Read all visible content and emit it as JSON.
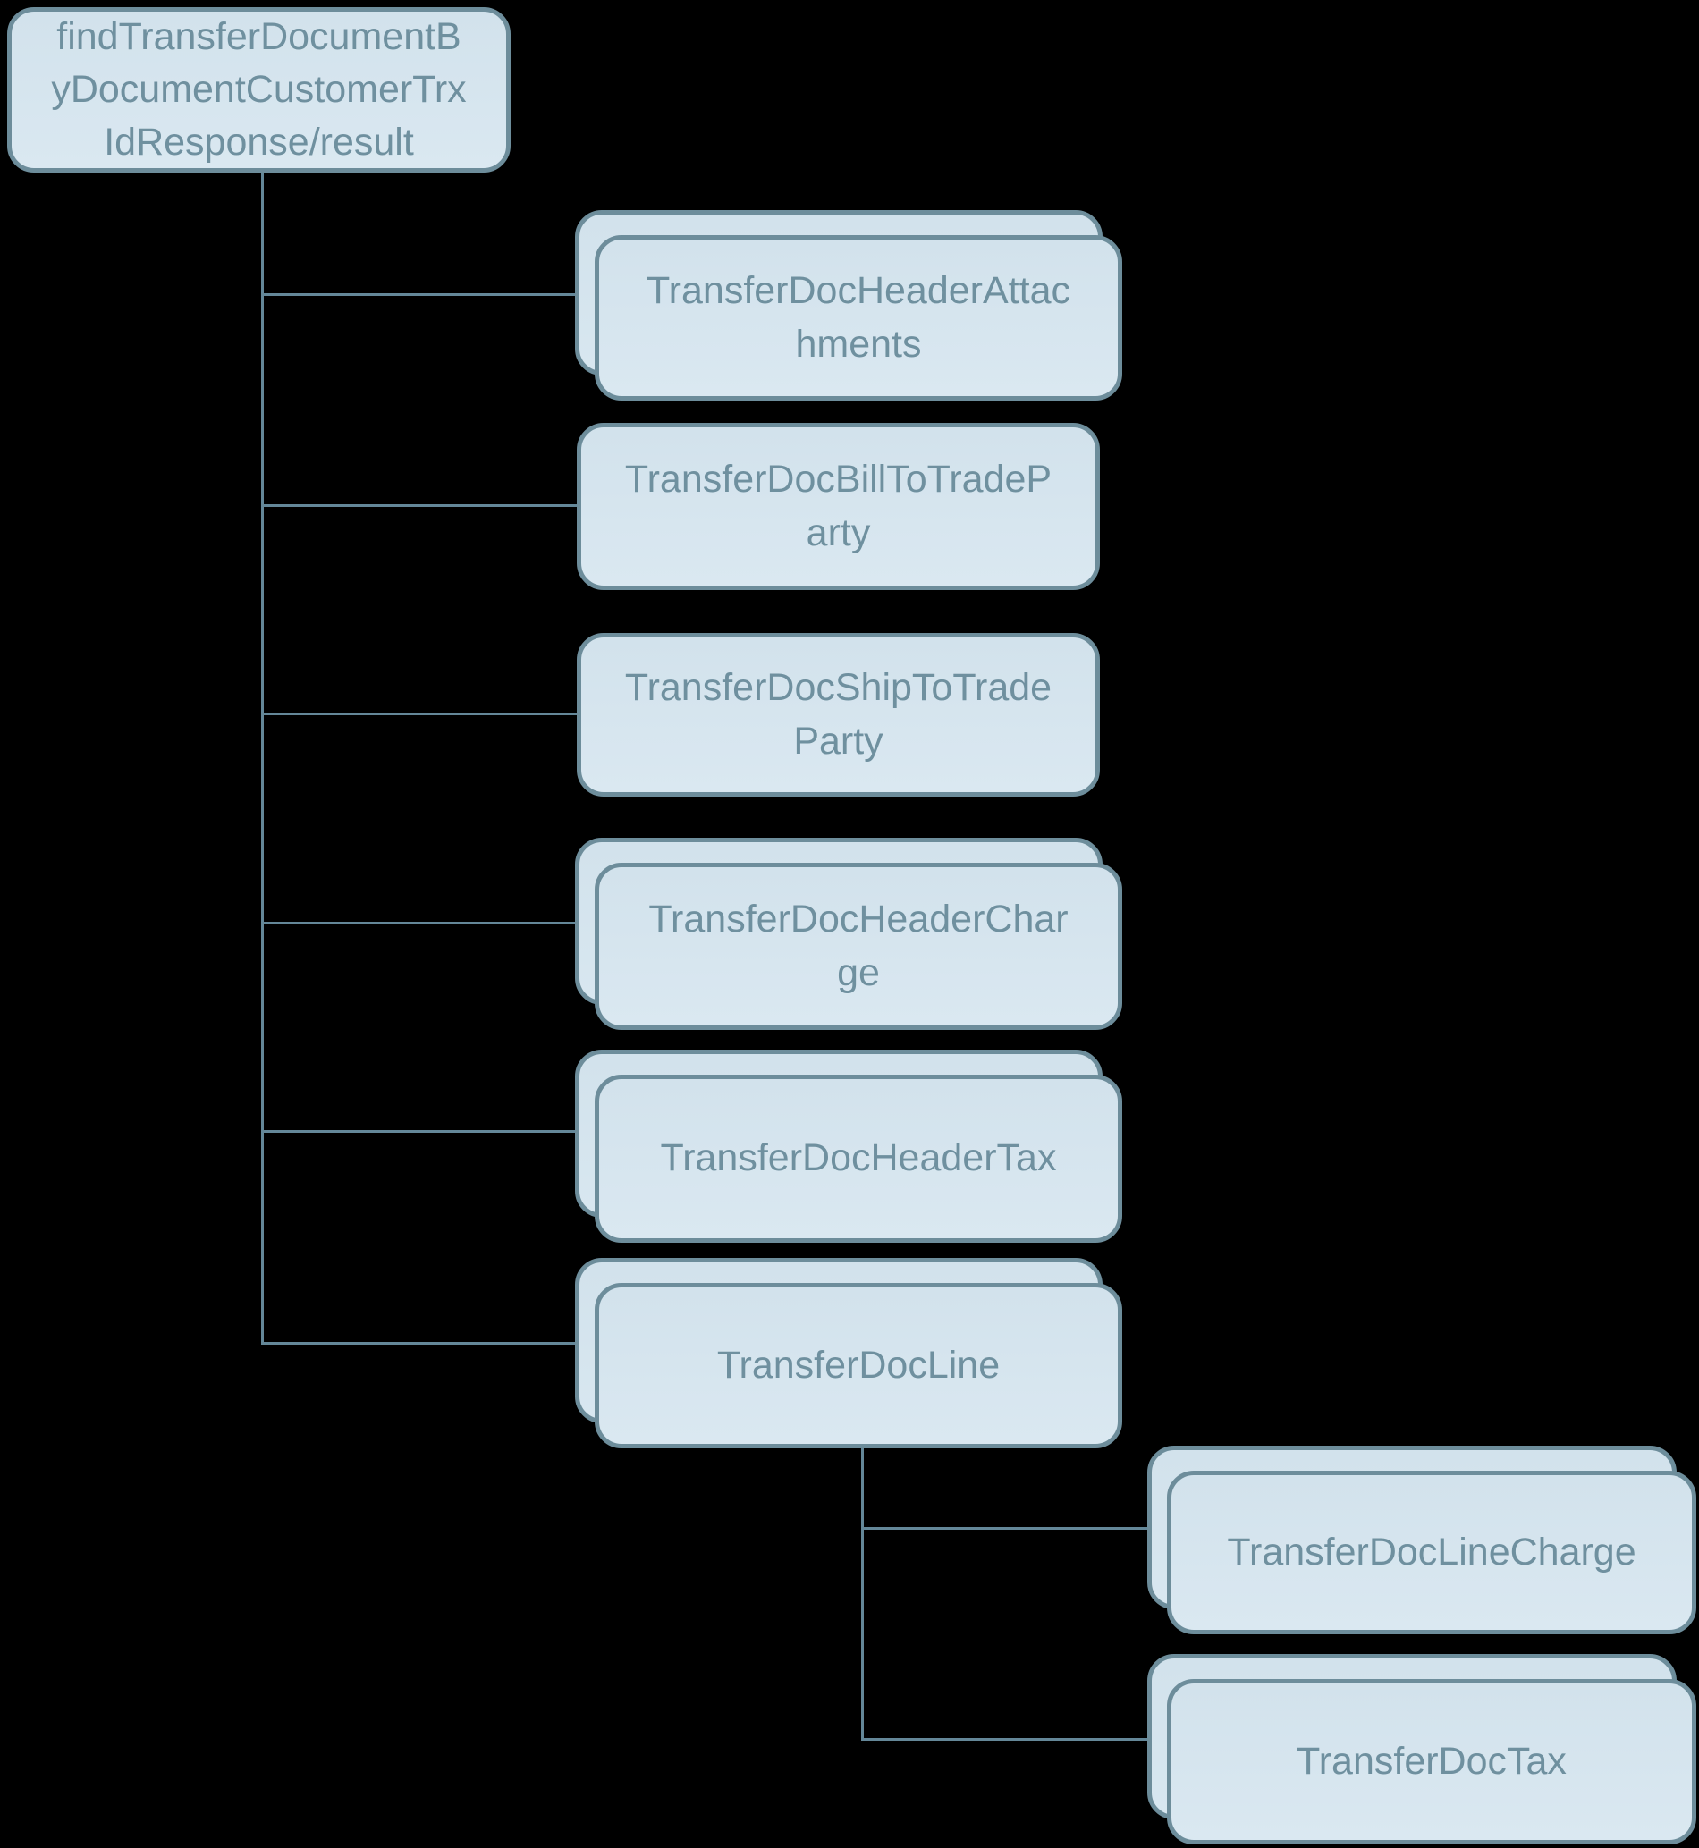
{
  "diagram": {
    "title": "findTransferDocumentByDocumentCustomerTrxIdResponse result hierarchy",
    "background_color": "#000000",
    "node_fill_color": "#d5e4ed",
    "node_border_color": "#6d8d9b",
    "node_text_color": "#6f909f",
    "connector_color": "#648798",
    "root": {
      "label": "findTransferDocumentByDocumentCustomerTrxIdResponse/result",
      "multiple_instance": false
    },
    "children": [
      {
        "label": "TransferDocHeaderAttachments",
        "multiple_instance": true
      },
      {
        "label": "TransferDocBillToTradeParty",
        "multiple_instance": false
      },
      {
        "label": "TransferDocShipToTradeParty",
        "multiple_instance": false
      },
      {
        "label": "TransferDocHeaderCharge",
        "multiple_instance": true
      },
      {
        "label": "TransferDocHeaderTax",
        "multiple_instance": true
      },
      {
        "label": "TransferDocLine",
        "multiple_instance": true,
        "children": [
          {
            "label": "TransferDocLineCharge",
            "multiple_instance": true
          },
          {
            "label": "TransferDocTax",
            "multiple_instance": true
          }
        ]
      }
    ]
  }
}
